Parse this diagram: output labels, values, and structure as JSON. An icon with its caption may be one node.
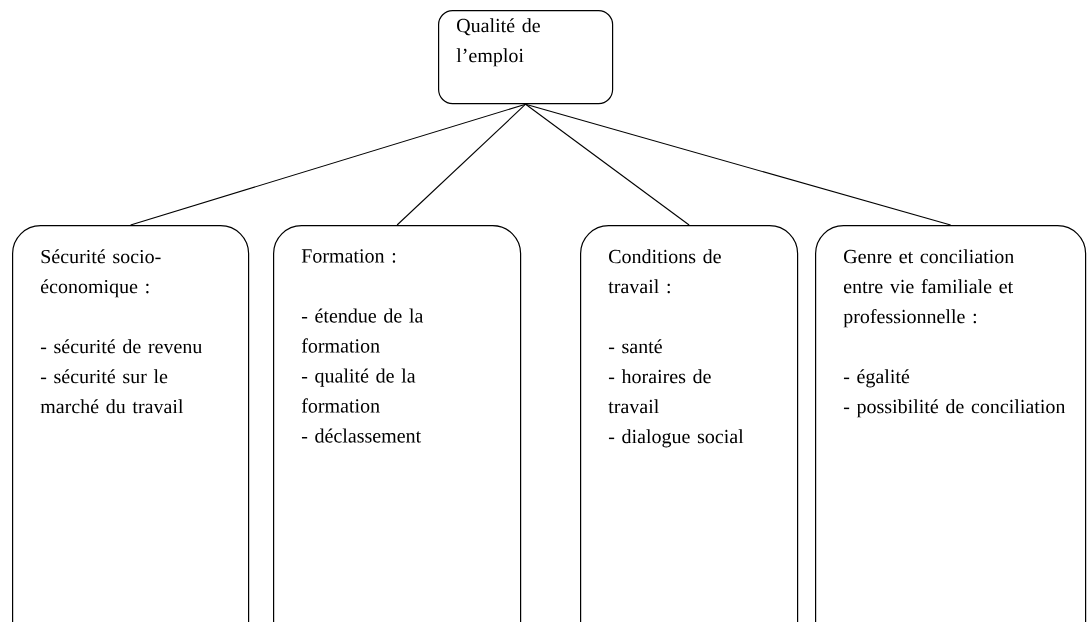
{
  "diagram": {
    "nodes": [
      {
        "text": [
          "Qualité de l’emploi"
        ]
      },
      {
        "text": [
          "Sécurité socio-économique :",
          "- sécurité de revenu",
          "- sécurité sur le marché du travail"
        ]
      },
      {
        "text": [
          "Formation :",
          "- étendue de la formation",
          "- qualité de la formation",
          "- déclassement"
        ]
      },
      {
        "text": [
          "Conditions de travail :",
          "- santé",
          "- horaires de travail",
          "- dialogue social"
        ]
      },
      {
        "text": [
          "Genre et conciliation entre vie familiale et professionnelle :",
          "- égalité",
          "- possibilité de conciliation"
        ]
      }
    ],
    "edges": [
      {
        "from": 0,
        "to": 1,
        "arrow": "none"
      },
      {
        "from": 0,
        "to": 2,
        "arrow": "none"
      },
      {
        "from": 0,
        "to": 3,
        "arrow": "none"
      },
      {
        "from": 0,
        "to": 4,
        "arrow": "none"
      }
    ]
  }
}
